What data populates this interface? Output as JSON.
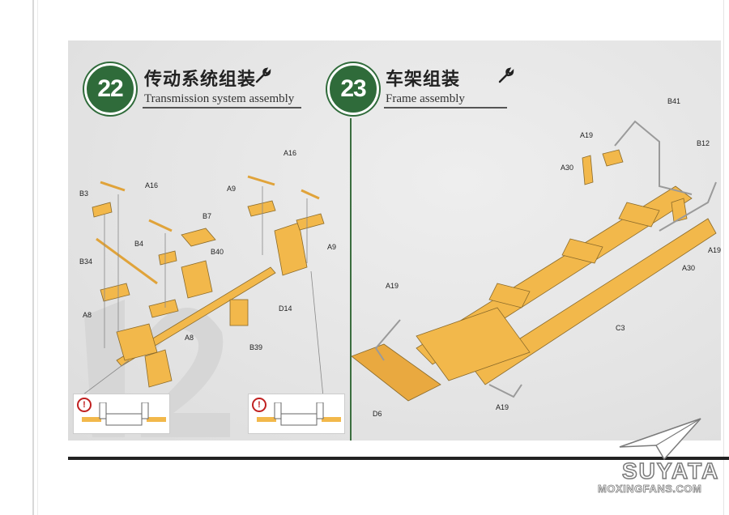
{
  "step22": {
    "number": "22",
    "title_cn": "传动系统组装",
    "title_en": "Transmission system assembly",
    "parts": [
      "A16",
      "B3",
      "A16",
      "A9",
      "B7",
      "B34",
      "B4",
      "B40",
      "A9",
      "A8",
      "D14",
      "A8",
      "B39"
    ]
  },
  "step23": {
    "number": "23",
    "title_cn": "车架组装",
    "title_en": "Frame assembly",
    "parts": [
      "B41",
      "A19",
      "B12",
      "A30",
      "A19",
      "A30",
      "A19",
      "C3",
      "D6",
      "A19"
    ]
  },
  "inset_warning_symbol": "!",
  "watermark": {
    "brand": "SUYATA",
    "site": "MOXINGFANS.COM"
  },
  "colors": {
    "accent_green": "#2f6b3a",
    "part_yellow": "#f2b84b",
    "panel_gray": "#e6e6e6"
  }
}
